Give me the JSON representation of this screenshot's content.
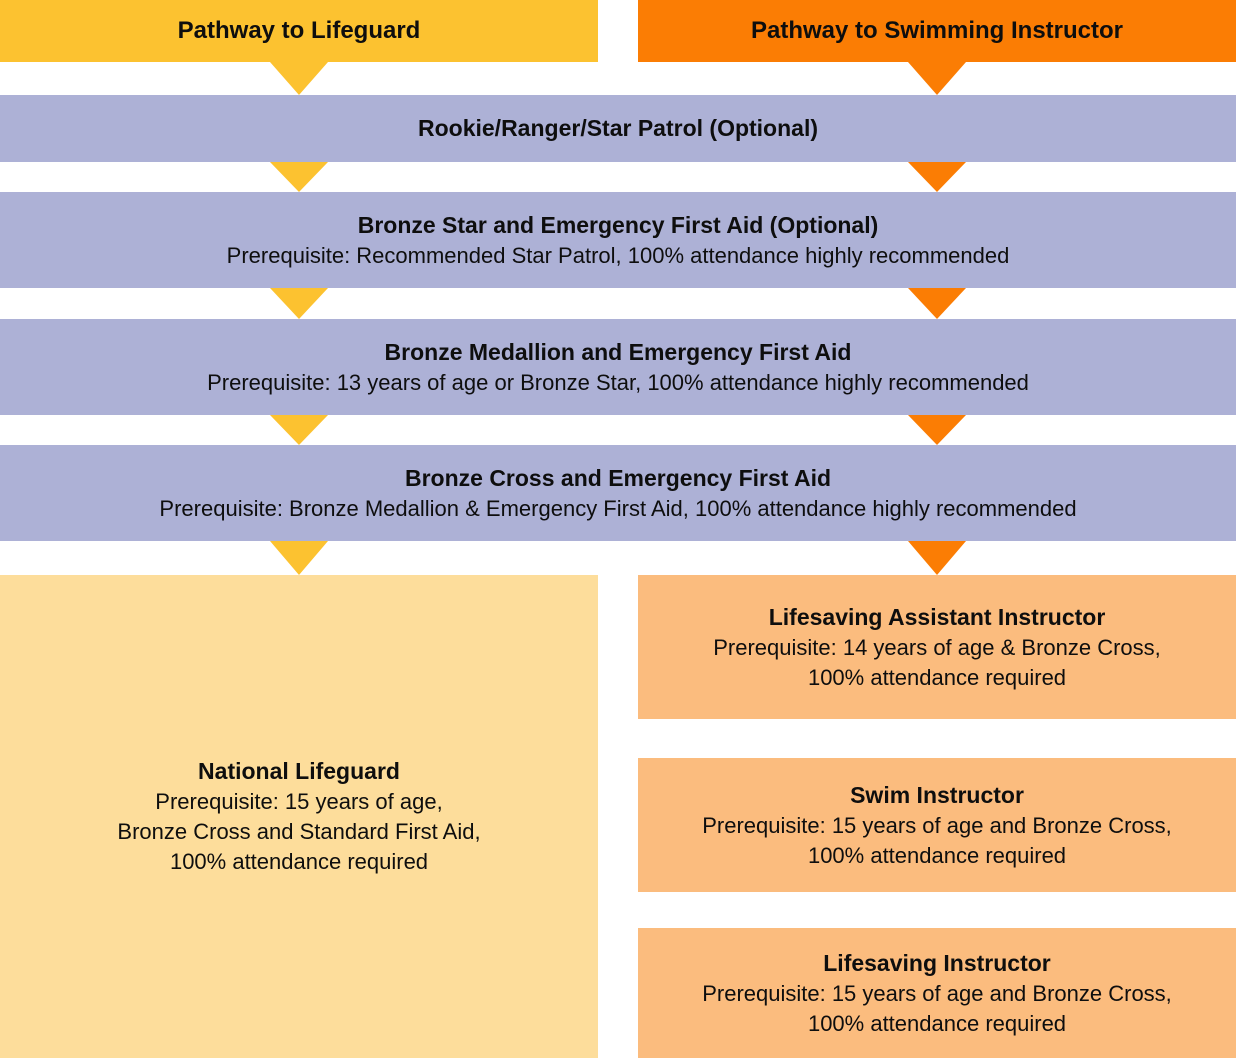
{
  "palette": {
    "lifeguard_accent": "#FCC230",
    "instructor_accent": "#FB7D04",
    "step_fill": "#ADB1D6",
    "lifeguard_outcome_fill": "#FDDD9B",
    "instructor_outcome_fill": "#FBBC7E"
  },
  "headers": {
    "lifeguard": "Pathway to Lifeguard",
    "swimming_instructor": "Pathway to Swimming Instructor"
  },
  "steps": [
    {
      "title": "Rookie/Ranger/Star Patrol (Optional)",
      "prerequisite": ""
    },
    {
      "title": "Bronze Star and Emergency First Aid (Optional)",
      "prerequisite": "Prerequisite: Recommended Star Patrol, 100% attendance highly recommended"
    },
    {
      "title": "Bronze Medallion and Emergency First Aid",
      "prerequisite": "Prerequisite: 13 years of age or Bronze Star, 100% attendance highly recommended"
    },
    {
      "title": "Bronze Cross and Emergency First Aid",
      "prerequisite": "Prerequisite: Bronze Medallion & Emergency First Aid, 100% attendance highly recommended"
    }
  ],
  "outcomes": {
    "national_lifeguard": {
      "title": "National Lifeguard",
      "lines": [
        "Prerequisite: 15 years of age,",
        "Bronze Cross and Standard First Aid,",
        "100% attendance required"
      ]
    },
    "instructor": [
      {
        "title": "Lifesaving Assistant Instructor",
        "lines": [
          "Prerequisite: 14 years of age & Bronze Cross,",
          "100% attendance required"
        ]
      },
      {
        "title": "Swim Instructor",
        "lines": [
          "Prerequisite: 15 years of age and Bronze Cross,",
          "100% attendance required"
        ]
      },
      {
        "title": "Lifesaving Instructor",
        "lines": [
          "Prerequisite: 15 years of age and Bronze Cross,",
          "100% attendance required"
        ]
      }
    ]
  }
}
